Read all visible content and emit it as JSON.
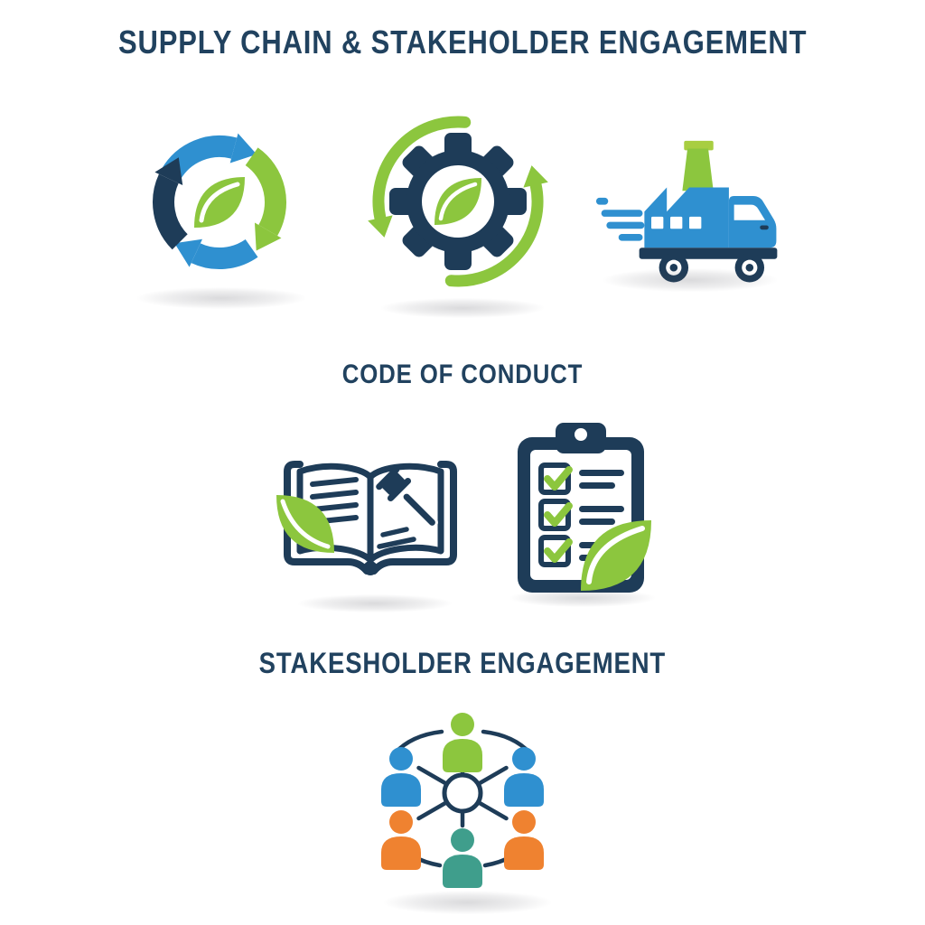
{
  "title": "SUPPLY CHAIN & STAKEHOLDER ENGAGEMENT",
  "sections": {
    "supply_chain": {
      "icons": [
        "recycling-arrows-leaf-icon",
        "gear-leaf-rotation-icon",
        "factory-truck-icon"
      ]
    },
    "code_of_conduct": {
      "heading": "CODE OF CONDUCT",
      "icons": [
        "open-book-gavel-leaf-icon",
        "checklist-clipboard-leaf-icon"
      ]
    },
    "stakeholder": {
      "heading": "STAKESHOLDER ENGAGEMENT",
      "icons": [
        "people-network-icon"
      ]
    }
  },
  "colors": {
    "navy": "#1e3c58",
    "text": "#21425f",
    "blue": "#2f90d0",
    "green": "#8cc63e",
    "green_light": "#a8ce41",
    "orange": "#ef8230",
    "teal": "#3f9e8c",
    "white": "#ffffff"
  }
}
